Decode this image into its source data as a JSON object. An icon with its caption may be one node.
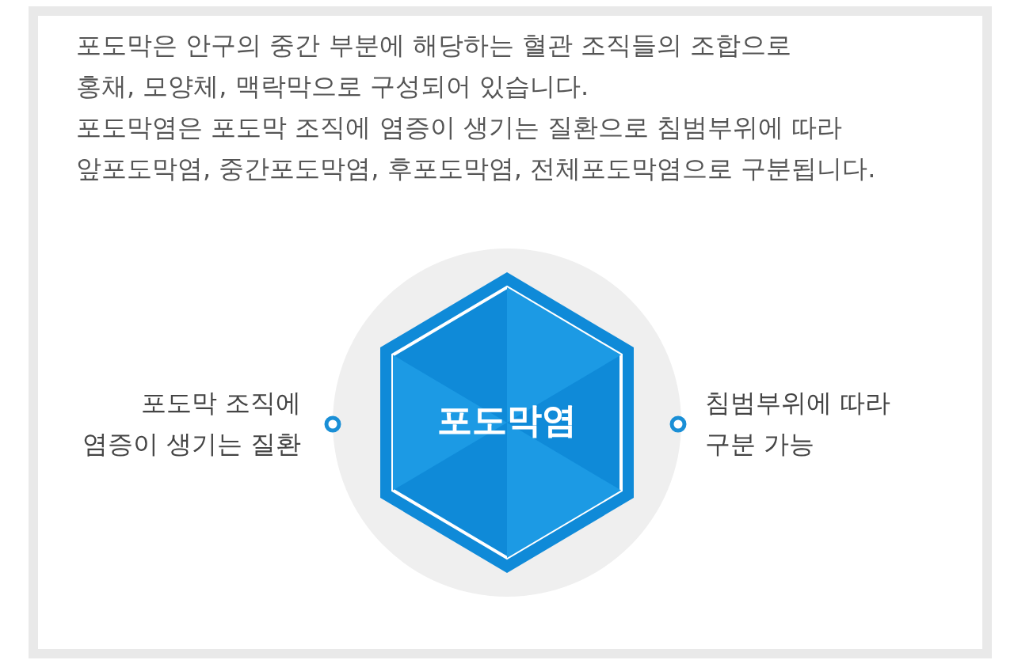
{
  "diagram": {
    "nodes": [
      {
        "text": [
          "포도막염"
        ],
        "beside": [
          "포도막 조직에 염증이 생기는 질환",
          "침범부위에 따라 구분 가능"
        ]
      }
    ],
    "labels": [
      "포도막은 안구의 중간 부분에 해당하는 혈관 조직들의 조합으로 홍채, 모양체, 맥락막으로 구성되어 있습니다.",
      "포도막염은 포도막 조직에 염증이 생기는 질환으로 침범부위에 따라 앞포도막염, 중간포도막염, 후포도막염, 전체포도막염으로 구분됩니다."
    ]
  }
}
